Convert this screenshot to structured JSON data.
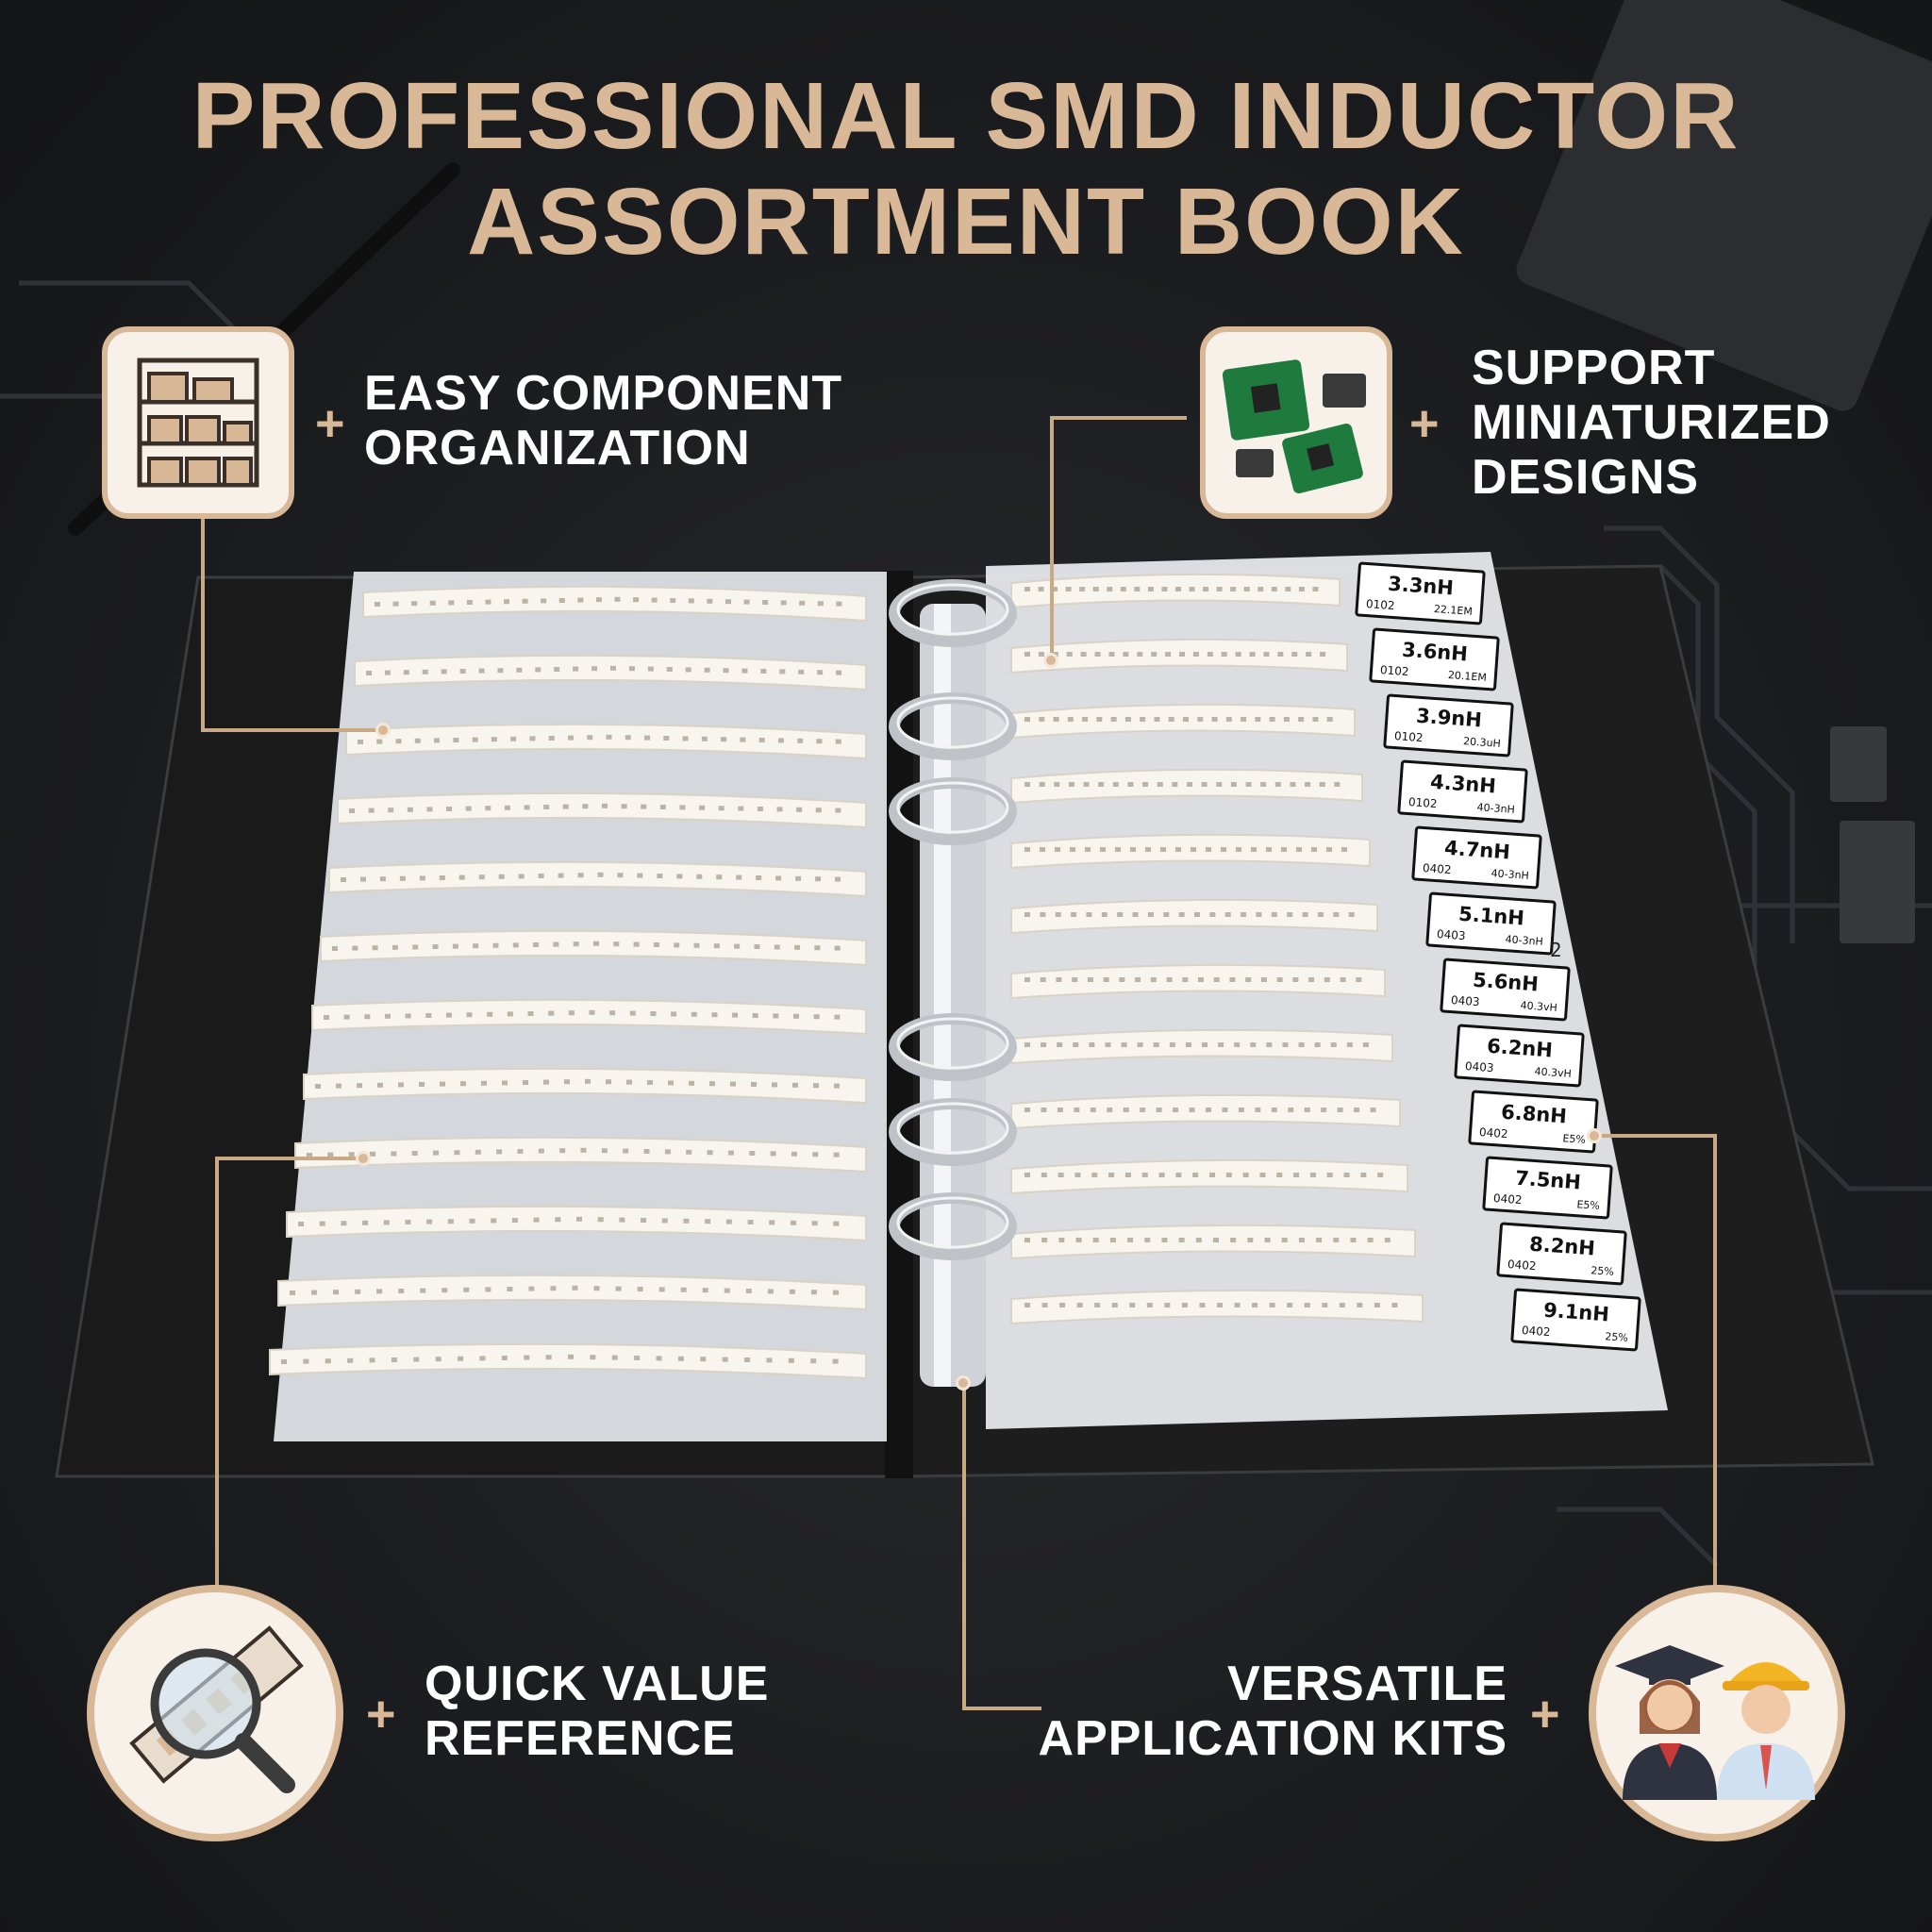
{
  "title": {
    "line1": "PROFESSIONAL SMD INDUCTOR",
    "line2": "ASSORTMENT BOOK"
  },
  "features": {
    "organization": {
      "line1": "EASY COMPONENT",
      "line2": "ORGANIZATION",
      "icon": "shelf-icon"
    },
    "miniaturized": {
      "line1": "SUPPORT",
      "line2": "MINIATURIZED",
      "line3": "DESIGNS",
      "icon": "circuit-board-icon"
    },
    "reference": {
      "line1": "QUICK VALUE",
      "line2": "REFERENCE",
      "icon": "magnifier-icon"
    },
    "kits": {
      "line1": "VERSATILE",
      "line2": "APPLICATION KITS",
      "icon": "people-icon"
    },
    "plus": "+"
  },
  "book": {
    "labels": [
      {
        "value": "3.3nH",
        "size": "0102",
        "tol": "22.1EM"
      },
      {
        "value": "3.6nH",
        "size": "0102",
        "tol": "20.1EM"
      },
      {
        "value": "3.9nH",
        "size": "0102",
        "tol": "20.3uH"
      },
      {
        "value": "4.3nH",
        "size": "0102",
        "tol": "40-3nH"
      },
      {
        "value": "4.7nH",
        "size": "0402",
        "tol": "40-3nH"
      },
      {
        "value": "5.1nH",
        "size": "0403",
        "tol": "40-3nH"
      },
      {
        "value": "5.6nH",
        "size": "0403",
        "tol": "40.3vH"
      },
      {
        "value": "6.2nH",
        "size": "0403",
        "tol": "40.3vH"
      },
      {
        "value": "6.8nH",
        "size": "0402",
        "tol": "E5%"
      },
      {
        "value": "7.5nH",
        "size": "0402",
        "tol": "E5%"
      },
      {
        "value": "8.2nH",
        "size": "0402",
        "tol": "25%"
      },
      {
        "value": "9.1nH",
        "size": "0402",
        "tol": "25%"
      }
    ],
    "page_number": "2"
  },
  "colors": {
    "accent": "#d8b896",
    "background": "#1c1d20"
  }
}
